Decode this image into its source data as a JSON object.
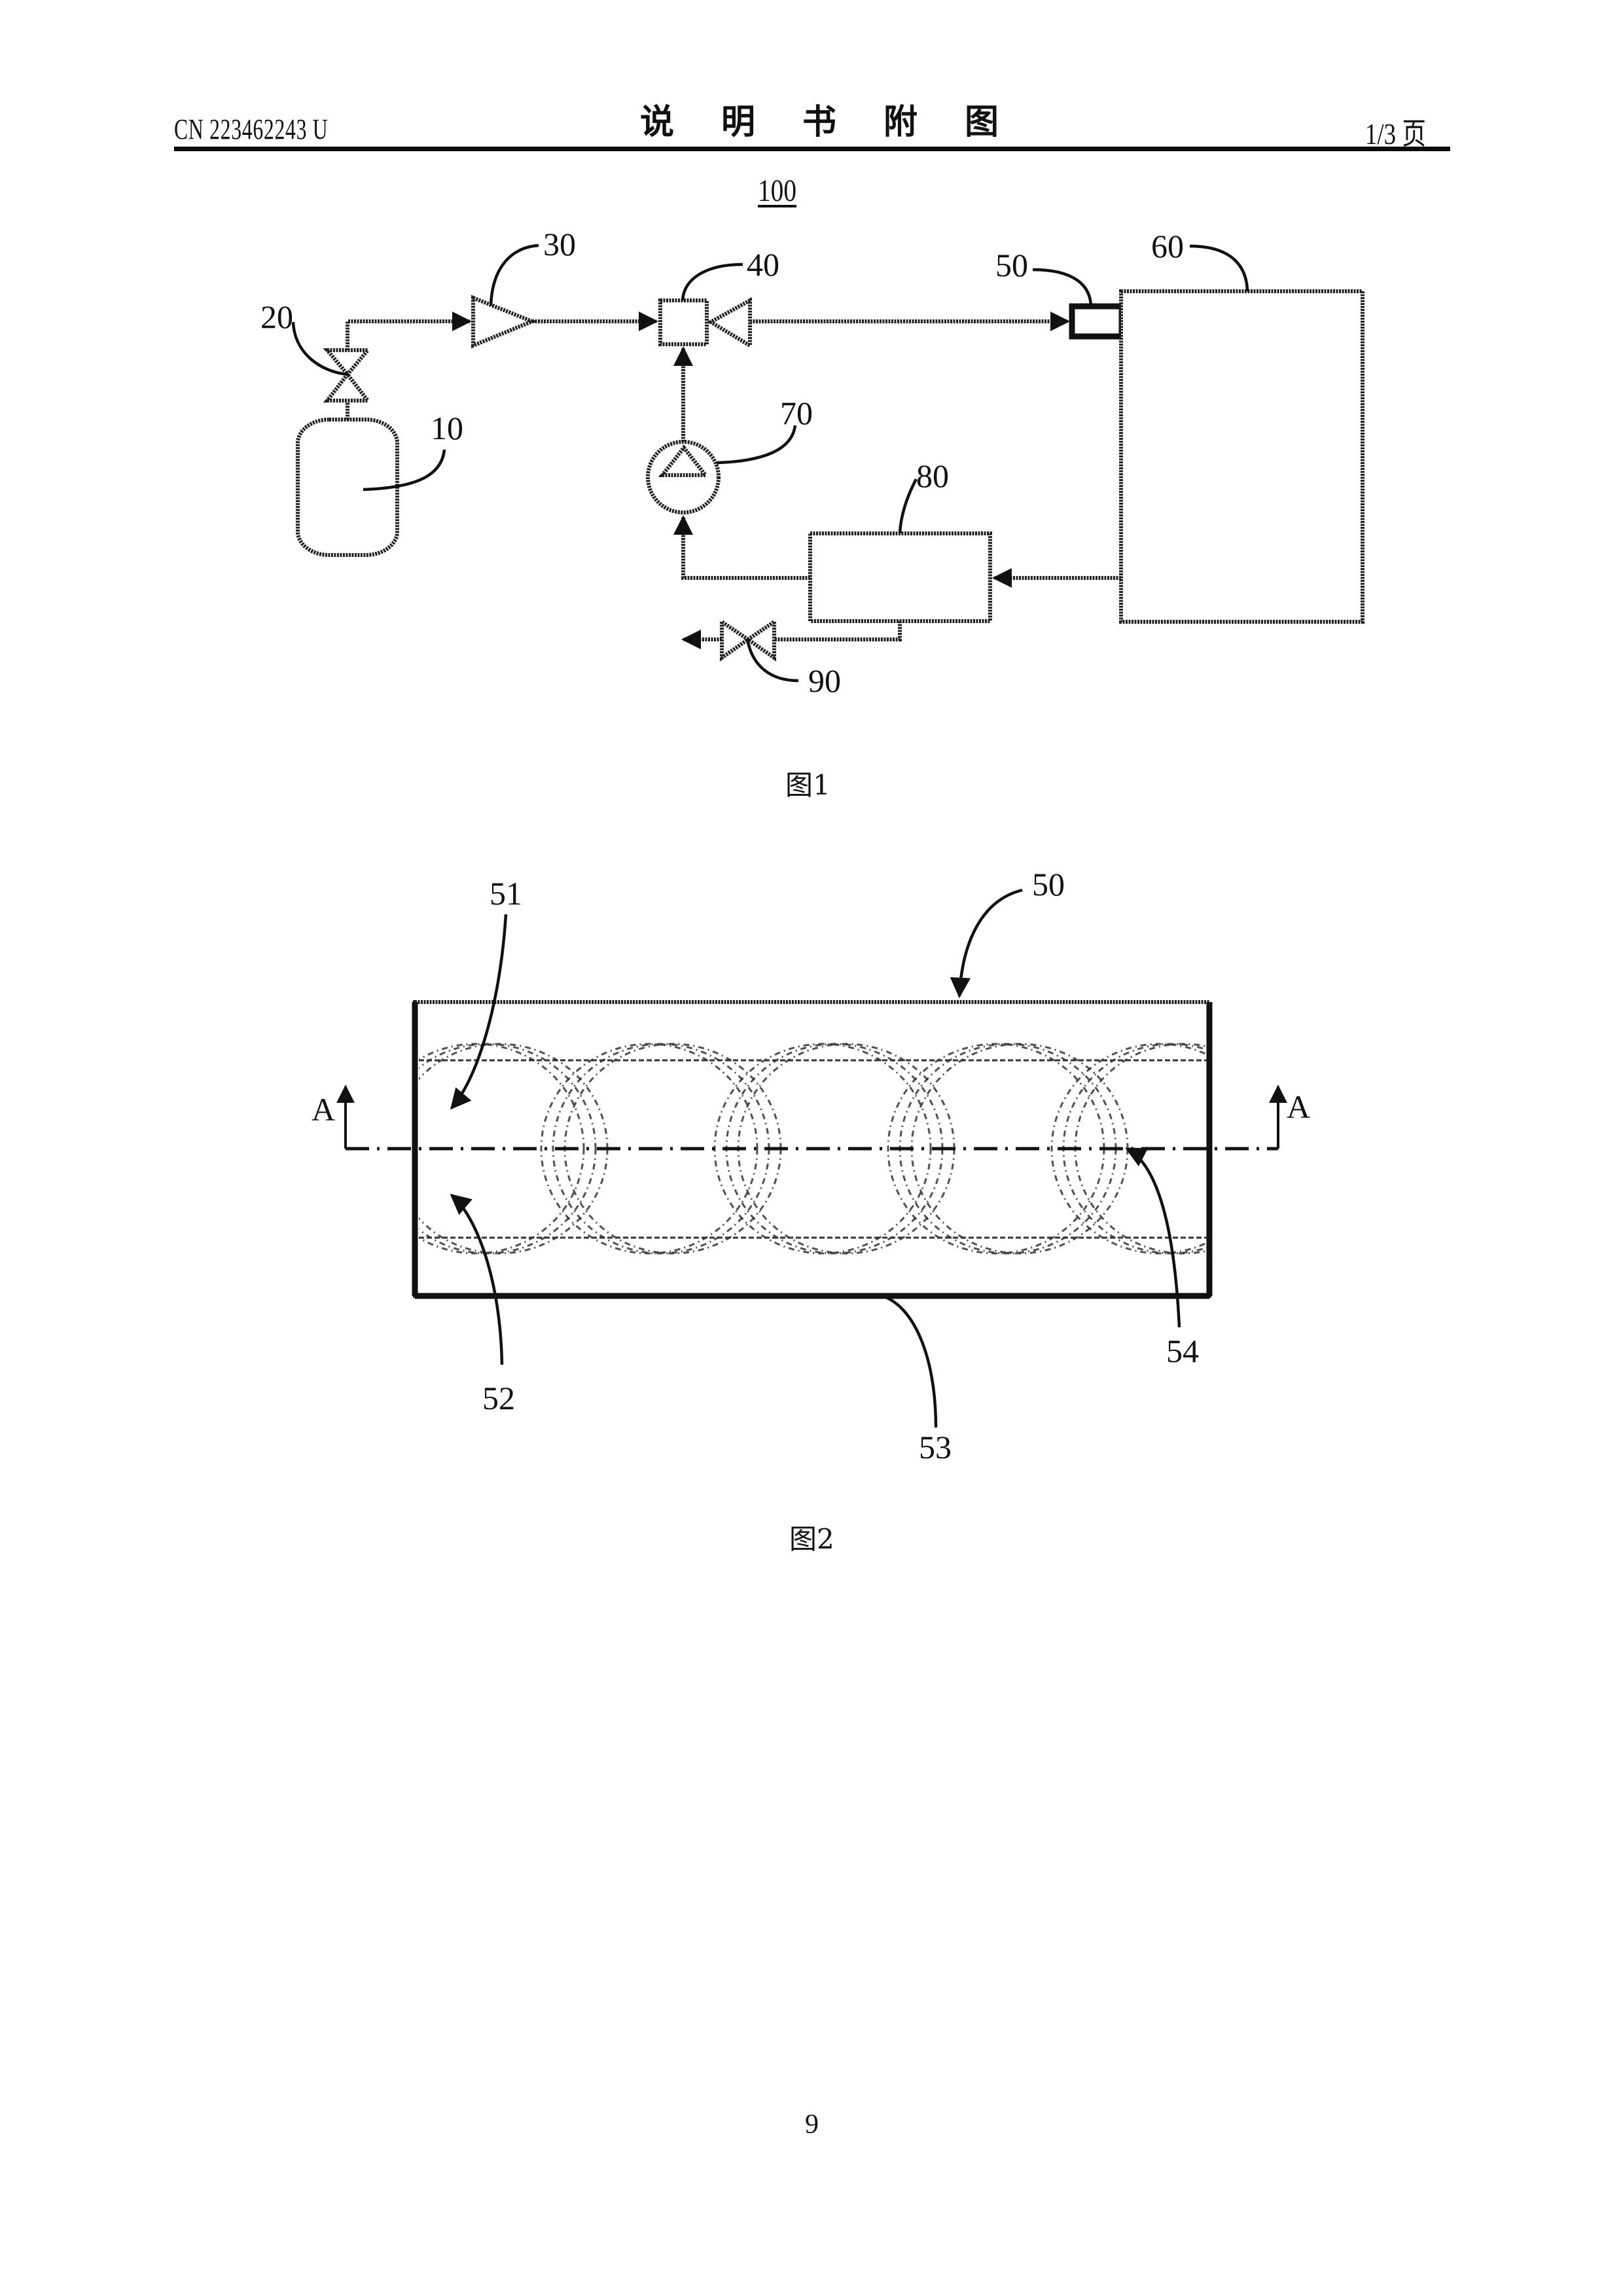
{
  "header": {
    "patent_number": "CN 223462243 U",
    "title": "说明书附图",
    "page_of": "1/3 页"
  },
  "figure1": {
    "assembly_number": "100",
    "caption": "图1",
    "labels": {
      "tank": "10",
      "valve": "20",
      "compressor": "30",
      "mixer": "40",
      "nozzle": "50",
      "chamber": "60",
      "pump": "70",
      "separator": "80",
      "drain_valve": "90"
    }
  },
  "figure2": {
    "caption": "图2",
    "labels": {
      "component": "50",
      "upper_inlet": "51",
      "lower_inlet": "52",
      "housing": "53",
      "outlet": "54",
      "section_left": "A",
      "section_right": "A"
    }
  },
  "footer": {
    "page_number": "9"
  }
}
